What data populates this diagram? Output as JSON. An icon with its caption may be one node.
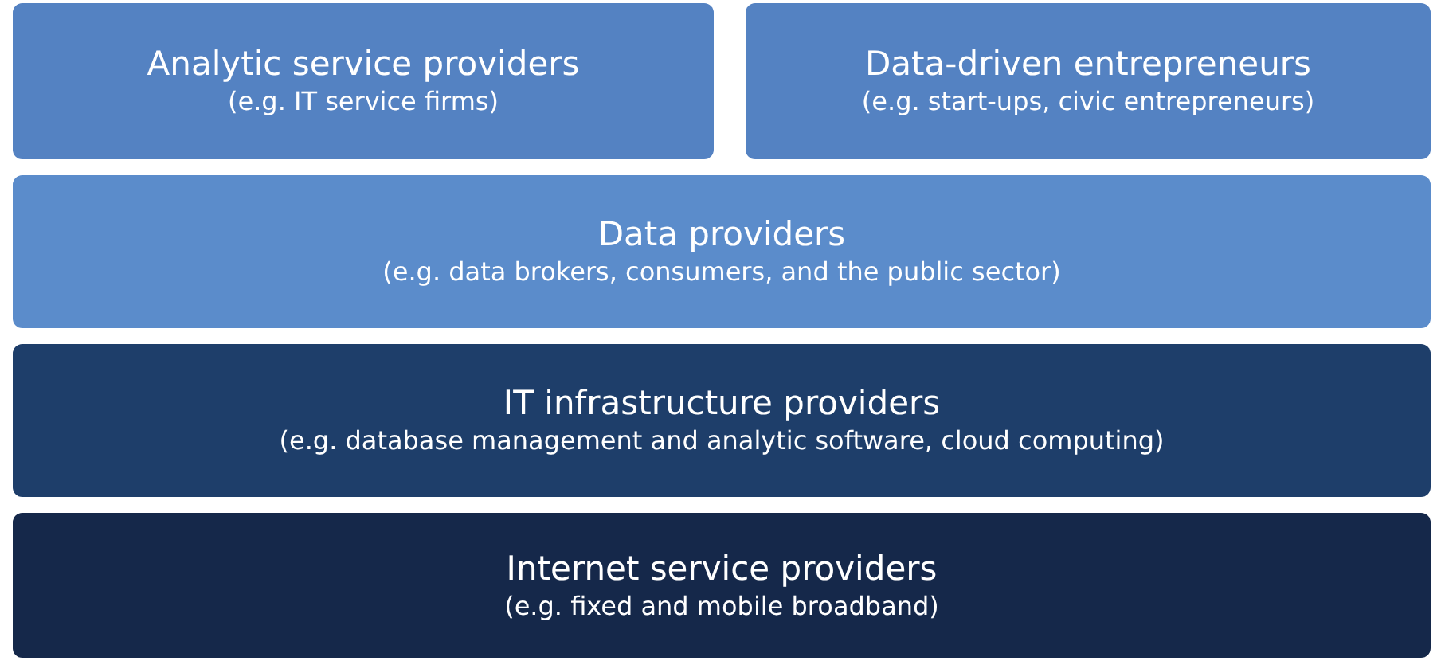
{
  "diagram": {
    "nodes": [
      {
        "text": [
          "Analytic service providers",
          "(e.g. IT service firms)"
        ]
      },
      {
        "text": [
          "Data-driven entrepreneurs",
          "(e.g. start-ups, civic entrepreneurs)"
        ]
      },
      {
        "text": [
          "Data providers",
          "(e.g. data brokers, consumers, and the public sector)"
        ]
      },
      {
        "text": [
          "IT infrastructure providers",
          "(e.g. database management and analytic software, cloud computing)"
        ]
      },
      {
        "text": [
          "Internet service providers",
          "(e.g. fixed and mobile broadband)"
        ]
      }
    ]
  }
}
